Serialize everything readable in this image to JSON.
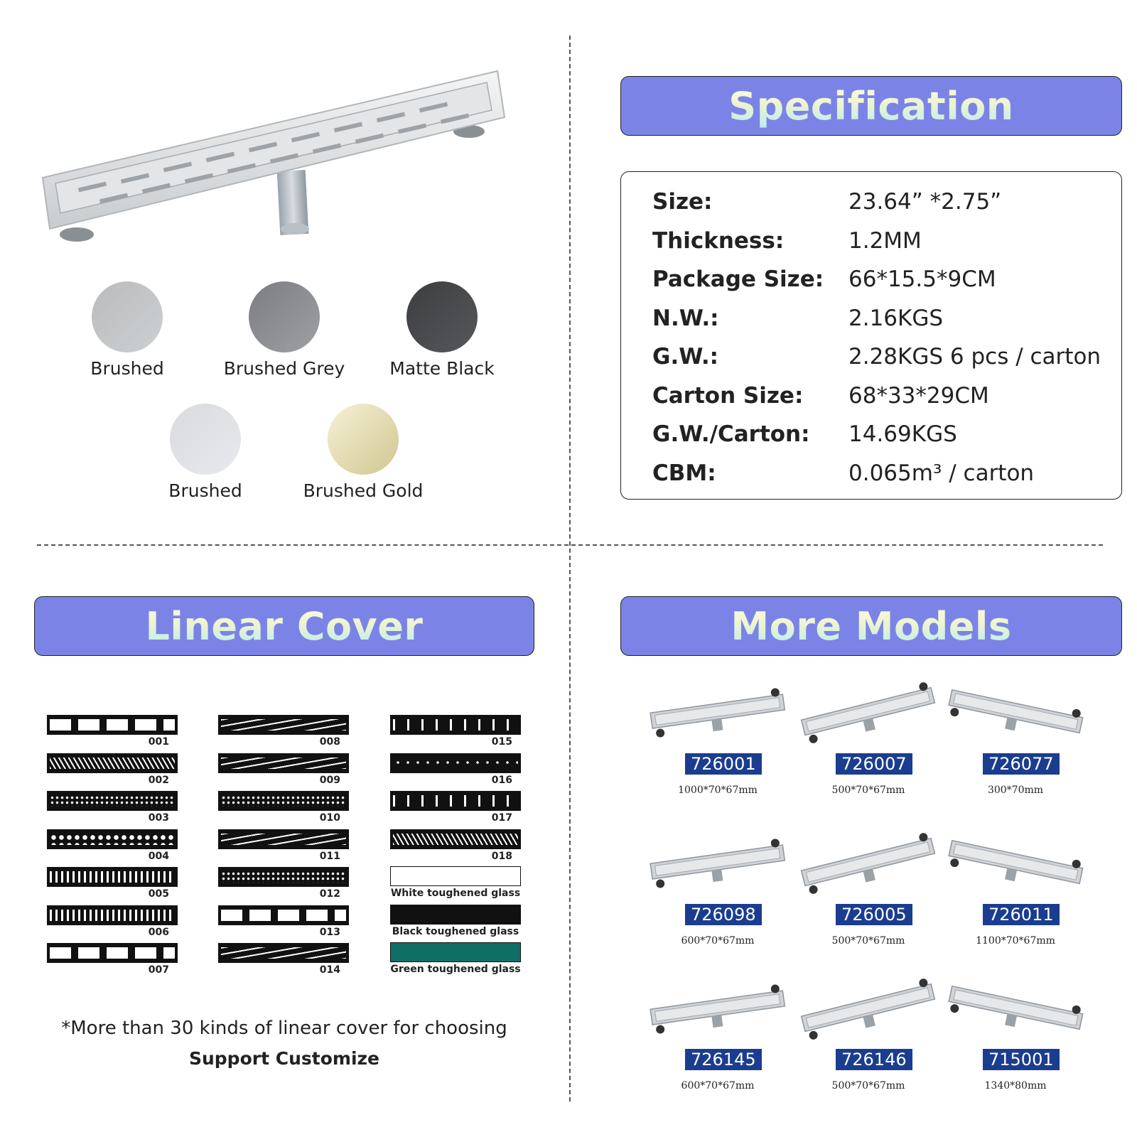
{
  "finishes": [
    {
      "label": "Brushed",
      "color_a": "#b9bbbd",
      "color_b": "#cdd0d2"
    },
    {
      "label": "Brushed Grey",
      "color_a": "#7c7d80",
      "color_b": "#9fa0a3"
    },
    {
      "label": "Matte Black",
      "color_a": "#3c3d3f",
      "color_b": "#56585b"
    },
    {
      "label": "Brushed",
      "color_a": "#d9dade",
      "color_b": "#e8e9ee"
    },
    {
      "label": "Brushed Gold",
      "color_a": "#f6f1d6",
      "color_b": "#d0c690"
    }
  ],
  "specification": {
    "title": "Specification",
    "rows": [
      {
        "key": "Size:",
        "value": "23.64”  *2.75”"
      },
      {
        "key": "Thickness:",
        "value": "1.2MM"
      },
      {
        "key": "Package Size:",
        "value": "66*15.5*9CM"
      },
      {
        "key": "N.W.:",
        "value": "2.16KGS"
      },
      {
        "key": "G.W.:",
        "value": "2.28KGS 6 pcs / carton"
      },
      {
        "key": "Carton Size:",
        "value": "68*33*29CM"
      },
      {
        "key": "G.W./Carton:",
        "value": "14.69KGS"
      },
      {
        "key": "CBM:",
        "value": "0.065m³ / carton"
      }
    ]
  },
  "linear_cover": {
    "title": "Linear Cover",
    "patterns": [
      "001",
      "002",
      "003",
      "004",
      "005",
      "006",
      "007",
      "008",
      "009",
      "010",
      "011",
      "012",
      "013",
      "014",
      "015",
      "016",
      "017",
      "018"
    ],
    "glass": [
      {
        "label": "White toughened glass",
        "color": "#ffffff"
      },
      {
        "label": "Black toughened glass",
        "color": "#111111"
      },
      {
        "label": "Green toughened glass",
        "color": "#0f6f66"
      }
    ],
    "note": "*More than 30 kinds of linear cover for choosing",
    "customize": "Support Customize"
  },
  "more_models": {
    "title": "More Models",
    "models": [
      {
        "code": "726001",
        "size": "1000*70*67mm"
      },
      {
        "code": "726007",
        "size": "500*70*67mm"
      },
      {
        "code": "726077",
        "size": "300*70mm"
      },
      {
        "code": "726098",
        "size": "600*70*67mm"
      },
      {
        "code": "726005",
        "size": "500*70*67mm"
      },
      {
        "code": "726011",
        "size": "1100*70*67mm"
      },
      {
        "code": "726145",
        "size": "600*70*67mm"
      },
      {
        "code": "726146",
        "size": "500*70*67mm"
      },
      {
        "code": "715001",
        "size": "1340*80mm"
      }
    ]
  },
  "colors": {
    "header_bg": "#7b84e6",
    "model_code_bg": "#1b3d8f"
  }
}
